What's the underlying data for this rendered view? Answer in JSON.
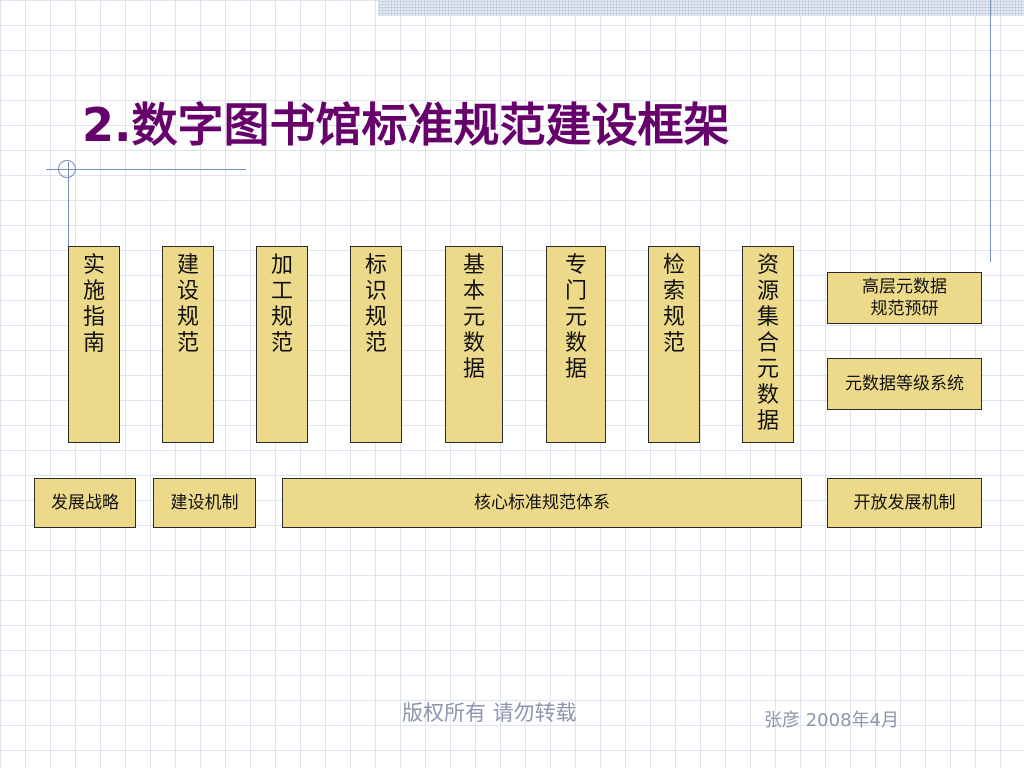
{
  "slide": {
    "title": "2.数字图书馆标准规范建设框架"
  },
  "diagram": {
    "columns": [
      {
        "label": "实施指南"
      },
      {
        "label": "建设规范"
      },
      {
        "label": "加工规范"
      },
      {
        "label": "标识规范"
      },
      {
        "label": "基本元数据"
      },
      {
        "label": "专门元数据"
      },
      {
        "label": "检索规范"
      },
      {
        "label": "资源集合元数据"
      }
    ],
    "side_boxes": [
      {
        "label": "高层元数据\n规范预研"
      },
      {
        "label": "元数据等级系统"
      }
    ],
    "base_boxes": [
      {
        "label": "发展战略"
      },
      {
        "label": "建设机制"
      },
      {
        "label": "核心标准规范体系"
      },
      {
        "label": "开放发展机制"
      }
    ]
  },
  "footer": {
    "copyright": "版权所有 请勿转载",
    "author_date": "张彦 2008年4月"
  }
}
